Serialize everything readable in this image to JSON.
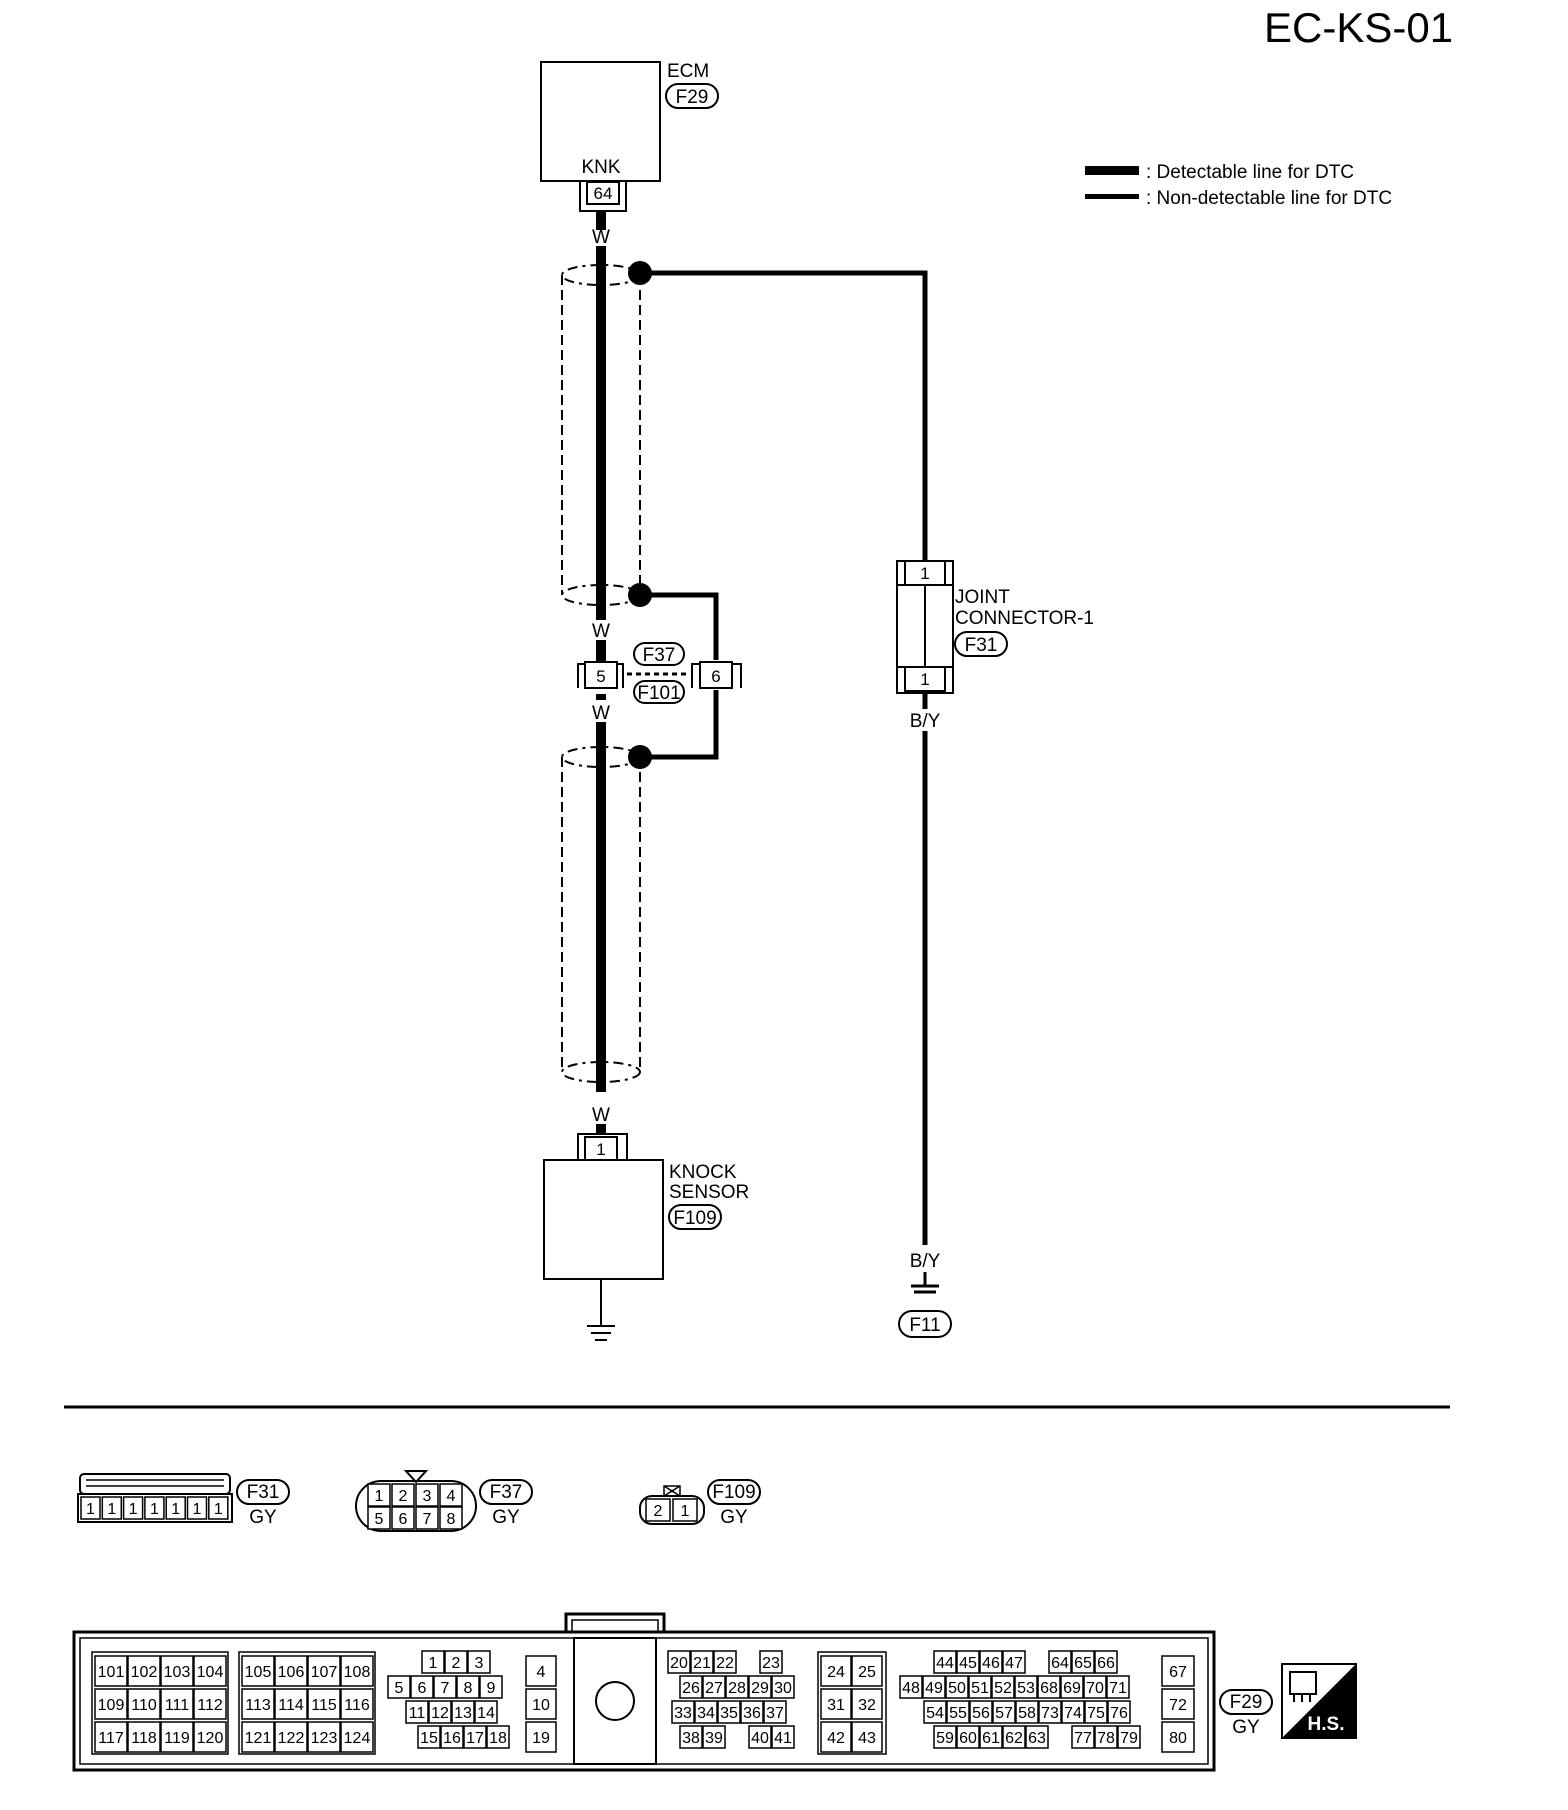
{
  "page_id": "EC-KS-01",
  "legend": {
    "detectable": ": Detectable line for DTC",
    "non_detectable": ": Non-detectable line for DTC"
  },
  "ecm": {
    "name": "ECM",
    "connector": "F29",
    "terminal_name": "KNK",
    "terminal": "64"
  },
  "wire_colors": {
    "white": "W",
    "black_yellow": "B/Y"
  },
  "inline_connector": {
    "pin_a": "5",
    "pin_b": "6",
    "connector_a": "F37",
    "connector_b": "F101"
  },
  "joint_connector": {
    "name_line1": "JOINT",
    "name_line2": "CONNECTOR-1",
    "connector": "F31",
    "pin_top": "1",
    "pin_bottom": "1"
  },
  "knock_sensor": {
    "name_line1": "KNOCK",
    "name_line2": "SENSOR",
    "connector": "F109",
    "pin": "1"
  },
  "ground": {
    "connector": "F11"
  },
  "connector_views": {
    "f31": {
      "id": "F31",
      "color": "GY",
      "pins": [
        "1",
        "1",
        "1",
        "1",
        "1",
        "1",
        "1"
      ]
    },
    "f37": {
      "id": "F37",
      "color": "GY",
      "top": [
        "1",
        "2",
        "3",
        "4"
      ],
      "bottom": [
        "5",
        "6",
        "7",
        "8"
      ]
    },
    "f109": {
      "id": "F109",
      "color": "GY",
      "pins": [
        "2",
        "1"
      ]
    },
    "f29": {
      "id": "F29",
      "color": "GY",
      "hs": "H.S.",
      "g1": [
        [
          "101",
          "102",
          "103",
          "104"
        ],
        [
          "109",
          "110",
          "111",
          "112"
        ],
        [
          "117",
          "118",
          "119",
          "120"
        ]
      ],
      "g2": [
        [
          "105",
          "106",
          "107",
          "108"
        ],
        [
          "113",
          "114",
          "115",
          "116"
        ],
        [
          "121",
          "122",
          "123",
          "124"
        ]
      ],
      "g3": [
        [
          "1",
          "2",
          "3"
        ],
        [
          "5",
          "6",
          "7",
          "8",
          "9"
        ],
        [
          "11",
          "12",
          "13",
          "14"
        ],
        [
          "15",
          "16",
          "17",
          "18"
        ]
      ],
      "g4": [
        "4",
        "10",
        "19"
      ],
      "g5": [
        [
          "20",
          "21",
          "22",
          "",
          "23"
        ],
        [
          "26",
          "27",
          "28",
          "29",
          "30"
        ],
        [
          "33",
          "34",
          "35",
          "36",
          "37"
        ],
        [
          "38",
          "39",
          "",
          "40",
          "41"
        ]
      ],
      "g6": [
        [
          "24",
          "25"
        ],
        [
          "31",
          "32"
        ],
        [
          "42",
          "43"
        ]
      ],
      "g7": [
        [
          "44",
          "45",
          "46",
          "47",
          "",
          "64",
          "65",
          "66"
        ],
        [
          "48",
          "49",
          "50",
          "51",
          "52",
          "53",
          "68",
          "69",
          "70",
          "71"
        ],
        [
          "54",
          "55",
          "56",
          "57",
          "58",
          "73",
          "74",
          "75",
          "76"
        ],
        [
          "59",
          "60",
          "61",
          "62",
          "63",
          "",
          "77",
          "78",
          "79"
        ]
      ],
      "g8": [
        "67",
        "72",
        "80"
      ]
    }
  }
}
